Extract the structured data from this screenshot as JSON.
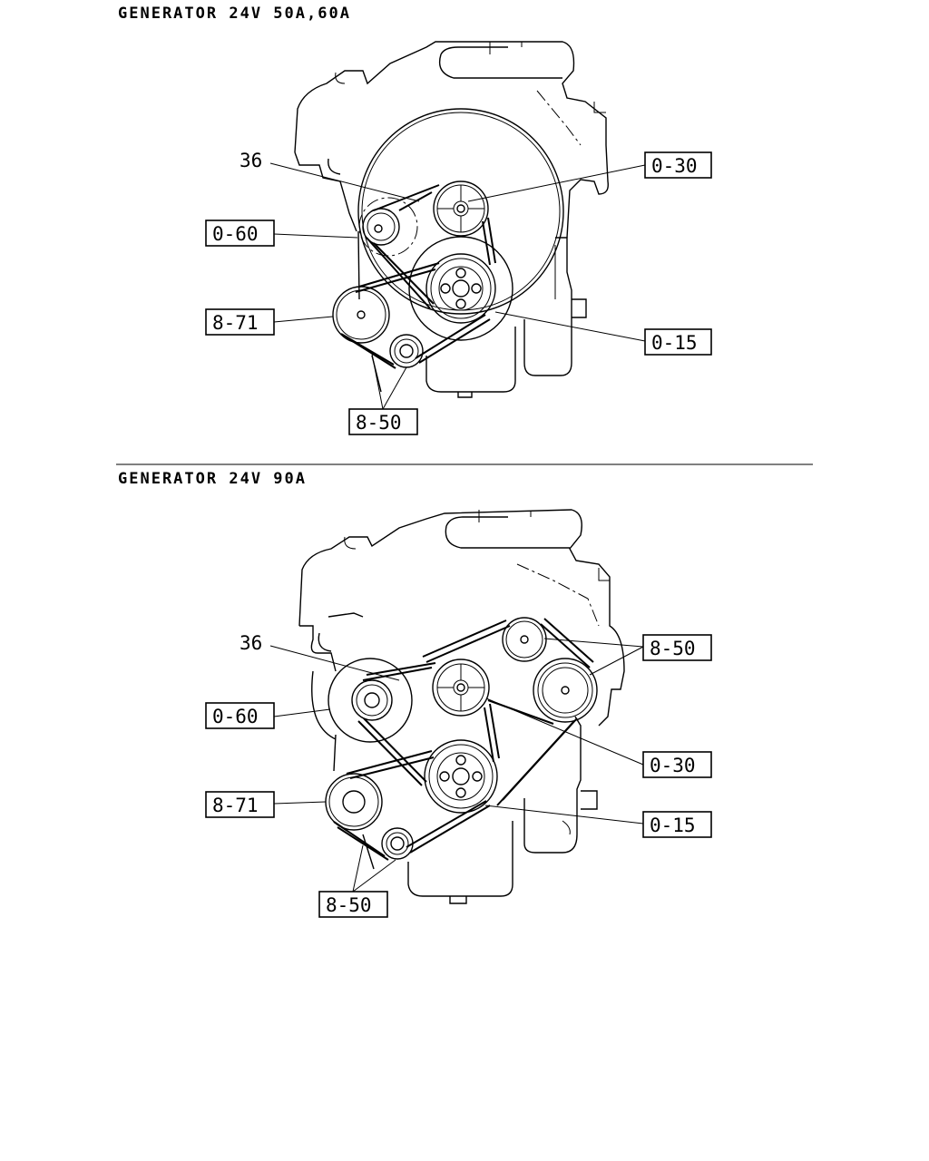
{
  "sections": [
    {
      "title": "GENERATOR 24V 50A,60A",
      "labels": {
        "belt": "36",
        "generator": "0-60",
        "fan_pulley": "0-30",
        "tensioner": "8-71",
        "crank_pulley": "0-15",
        "idler": "8-50"
      }
    },
    {
      "title": "GENERATOR 24V 90A",
      "labels": {
        "belt": "36",
        "generator": "0-60",
        "fan_pulley": "0-30",
        "tensioner": "8-71",
        "crank_pulley": "0-15",
        "idler_upper": "8-50",
        "idler_lower": "8-50"
      }
    }
  ]
}
